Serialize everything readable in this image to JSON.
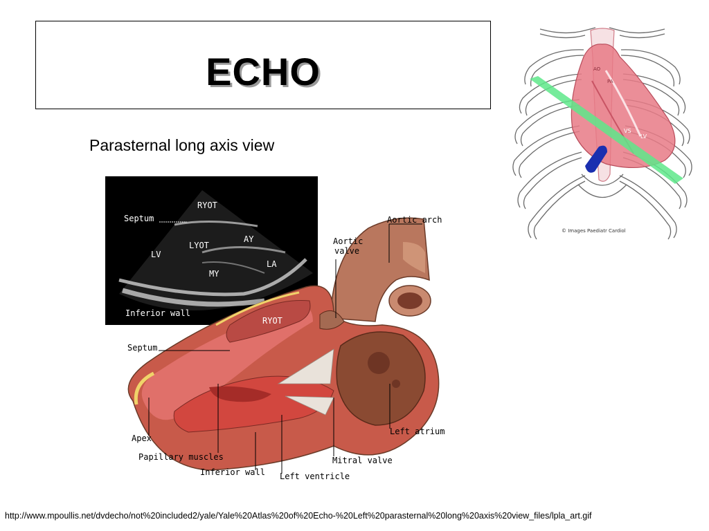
{
  "slide": {
    "title": "ECHO",
    "subtitle": "Parasternal long axis view",
    "source_url": "http://www.mpoullis.net/dvdecho/not%20included2/yale/Yale%20Atlas%20of%20Echo-%20Left%20parasternal%20long%20axis%20view_files/lpla_art.gif"
  },
  "echo_image": {
    "labels": {
      "ryot": "RYOT",
      "septum": "Septum",
      "lv": "LV",
      "lyot": "LYOT",
      "ay": "AY",
      "la": "LA",
      "my": "MY",
      "inferior_wall": "Inferior wall"
    }
  },
  "anatomy_image": {
    "labels": {
      "aortic_arch": "Aortic arch",
      "aortic_valve_1": "Aortic",
      "aortic_valve_2": "valve",
      "ryot": "RYOT",
      "septum": "Septum",
      "apex": "Apex",
      "papillary_muscles": "Papillary muscles",
      "inferior_wall": "Inferior wall",
      "left_ventricle": "Left ventricle",
      "mitral_valve": "Mitral valve",
      "left_atrium": "Left atrium"
    }
  },
  "ribcage_image": {
    "labels": {
      "ao": "AO",
      "pa": "PA",
      "vs": "VS",
      "lv": "LV",
      "copyright": "© Images Paediatr Cardiol"
    },
    "colors": {
      "plane": "#5ee88a",
      "probe": "#1a2fb0",
      "heart": "#e87a86"
    }
  }
}
